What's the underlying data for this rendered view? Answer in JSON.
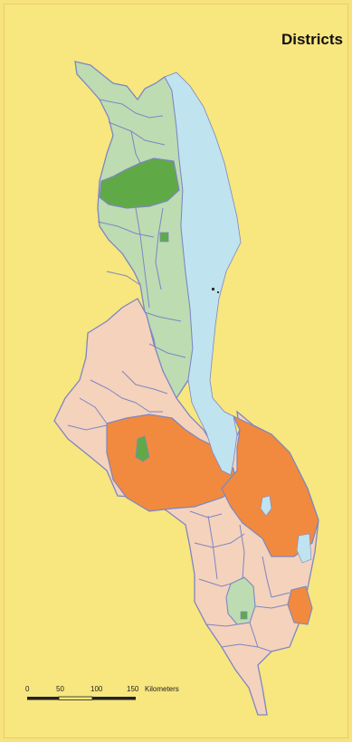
{
  "title": "Districts",
  "scale_bar": {
    "ticks": [
      "0",
      "50",
      "100",
      "150"
    ],
    "unit": "Kilometers"
  },
  "colors": {
    "background": "#f8e67f",
    "lake": "#bfe3ef",
    "north_region": "#bddcb2",
    "north_highlight": "#5faa47",
    "south_region": "#f4d2bc",
    "highlight_orange": "#f18a3e",
    "boundary": "#7d86c3"
  }
}
